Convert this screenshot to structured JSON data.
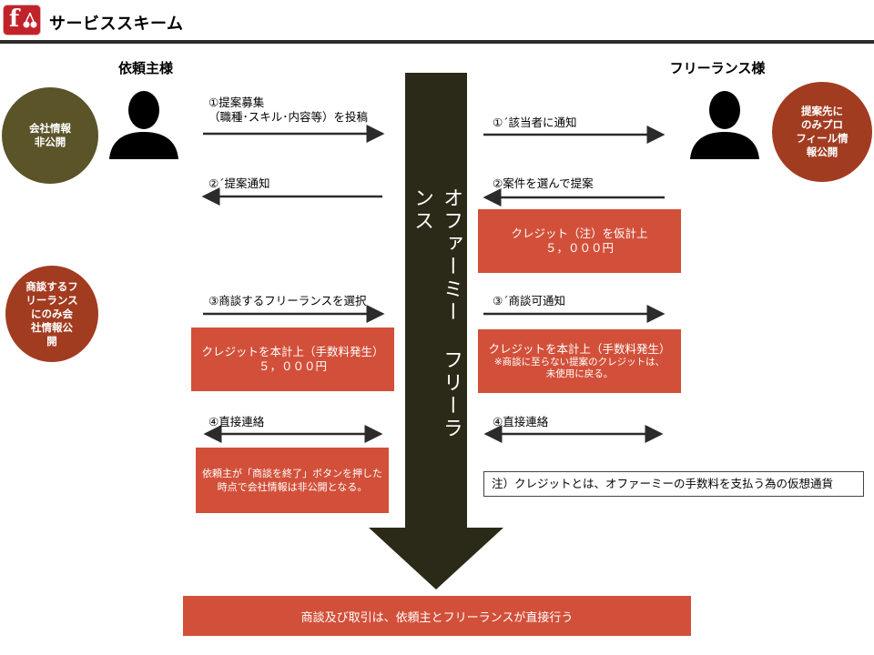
{
  "header": {
    "title": "サービススキーム",
    "logo_text": "f"
  },
  "client": {
    "label": "依頼主様",
    "circle_top": "会社情報\n非公開",
    "circle_bottom": "商談するフ\nリーランス\nにのみ会\n社情報公\n開"
  },
  "freelancer": {
    "label": "フリーランス様",
    "circle_top": "提案先に\nのみプロ\nフィール情\n報公開"
  },
  "center": {
    "label": "オファーミー フリーランス"
  },
  "left_steps": {
    "step1": "①提案募集\n（職種･スキル･内容等）を投稿",
    "step2": "②´提案通知",
    "step3": "③商談するフリーランスを選択",
    "step4": "④直接連絡"
  },
  "right_steps": {
    "step1": "①´該当者に通知",
    "step2": "②案件を選んで提案",
    "step3": "③´商談可通知",
    "step4": "④直接連絡"
  },
  "boxes": {
    "provisional": "クレジット（注）を仮計上\n５，０００円",
    "left_charge": "クレジットを本計上（手数料発生）\n５，０００円",
    "right_charge_main": "クレジットを本計上（手数料発生）",
    "right_charge_sub": "※商談に至らない提案のクレジットは、\n未使用に戻る。",
    "left_end": "依頼主が「商談を終了」ボタンを押した\n時点で会社情報は非公開となる。"
  },
  "note": "注）クレジットとは、オファーミーの手数料を支払う為の仮想通貨",
  "bottom": "商談及び取引は、依頼主とフリーランスが直接行う",
  "colors": {
    "brand": "#c0232a",
    "box": "#d2503a",
    "olive": "#5b5429",
    "rust": "#a23c21",
    "arrow": "#2b2a18"
  }
}
